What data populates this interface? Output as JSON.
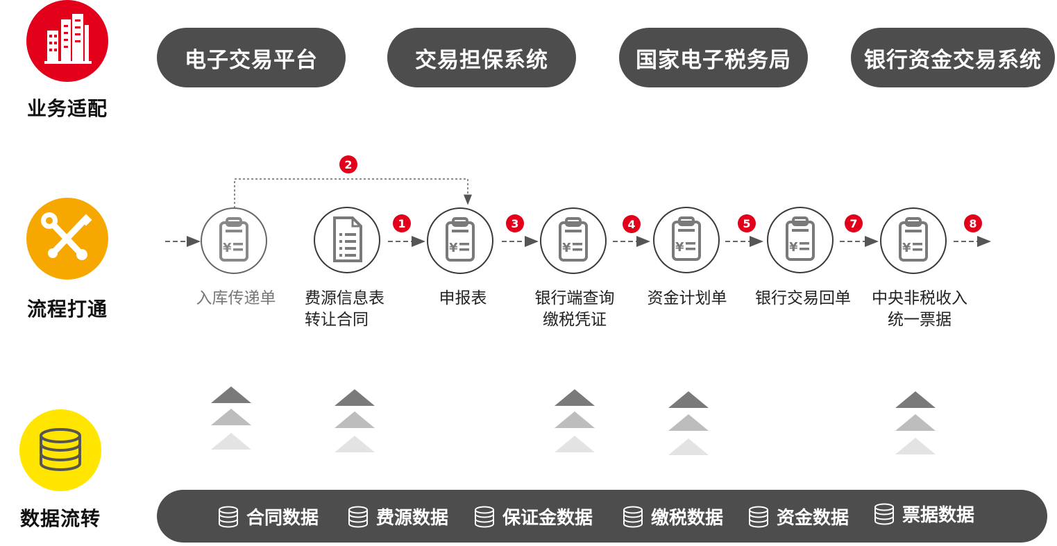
{
  "categories": [
    {
      "label": "业务适配",
      "icon": "buildings-icon",
      "color": "#e3001b"
    },
    {
      "label": "流程打通",
      "icon": "wrench-screwdriver-icon",
      "color": "#f7a800"
    },
    {
      "label": "数据流转",
      "icon": "database-icon",
      "color": "#ffe500"
    }
  ],
  "systems": [
    "电子交易平台",
    "交易担保系统",
    "国家电子税务局",
    "银行资金交易系统"
  ],
  "flow_nodes": [
    {
      "label_lines": [
        "入库传递单"
      ],
      "icon": "invoice-clipboard-icon",
      "muted": true
    },
    {
      "label_lines": [
        "费源信息表",
        "转让合同"
      ],
      "icon": "document-icon"
    },
    {
      "label_lines": [
        "申报表"
      ],
      "icon": "invoice-clipboard-icon"
    },
    {
      "label_lines": [
        "银行端查询",
        "缴税凭证"
      ],
      "icon": "invoice-clipboard-icon"
    },
    {
      "label_lines": [
        "资金计划单"
      ],
      "icon": "invoice-clipboard-icon"
    },
    {
      "label_lines": [
        "银行交易回单"
      ],
      "icon": "invoice-clipboard-icon"
    },
    {
      "label_lines": [
        "中央非税收入",
        "统一票据"
      ],
      "icon": "invoice-clipboard-icon"
    }
  ],
  "step_badges": [
    "1",
    "2",
    "3",
    "4",
    "5",
    "7",
    "8"
  ],
  "data_items": [
    "合同数据",
    "费源数据",
    "保证金数据",
    "缴税数据",
    "资金数据",
    "票据数据"
  ],
  "colors": {
    "accent_red": "#e3001b",
    "pill_gray": "#4d4d4d"
  }
}
